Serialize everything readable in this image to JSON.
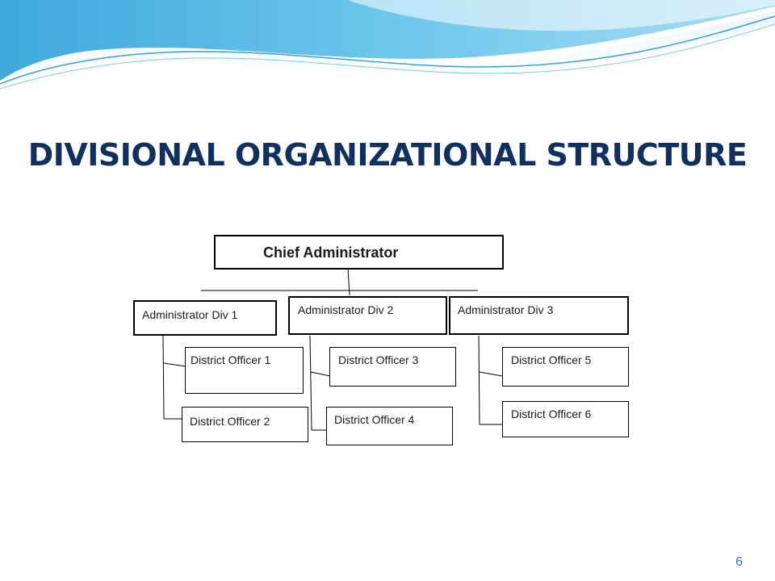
{
  "slide": {
    "title": "DIVISIONAL ORGANIZATIONAL STRUCTURE",
    "page_number": "6"
  },
  "org_chart": {
    "root": "Chief Administrator",
    "divisions": [
      {
        "label": "Administrator Div 1",
        "officers": [
          "District Officer 1",
          "District Officer 2"
        ]
      },
      {
        "label": "Administrator Div 2",
        "officers": [
          "District Officer 3",
          "District Officer 4"
        ]
      },
      {
        "label": "Administrator Div 3",
        "officers": [
          "District Officer 5",
          "District Officer 6"
        ]
      }
    ]
  },
  "colors": {
    "title": "#10305f",
    "wave_primary": "#4fb3e2",
    "wave_light": "#bfe6f6",
    "page_number": "#2e74b5",
    "box_border": "#000000"
  }
}
